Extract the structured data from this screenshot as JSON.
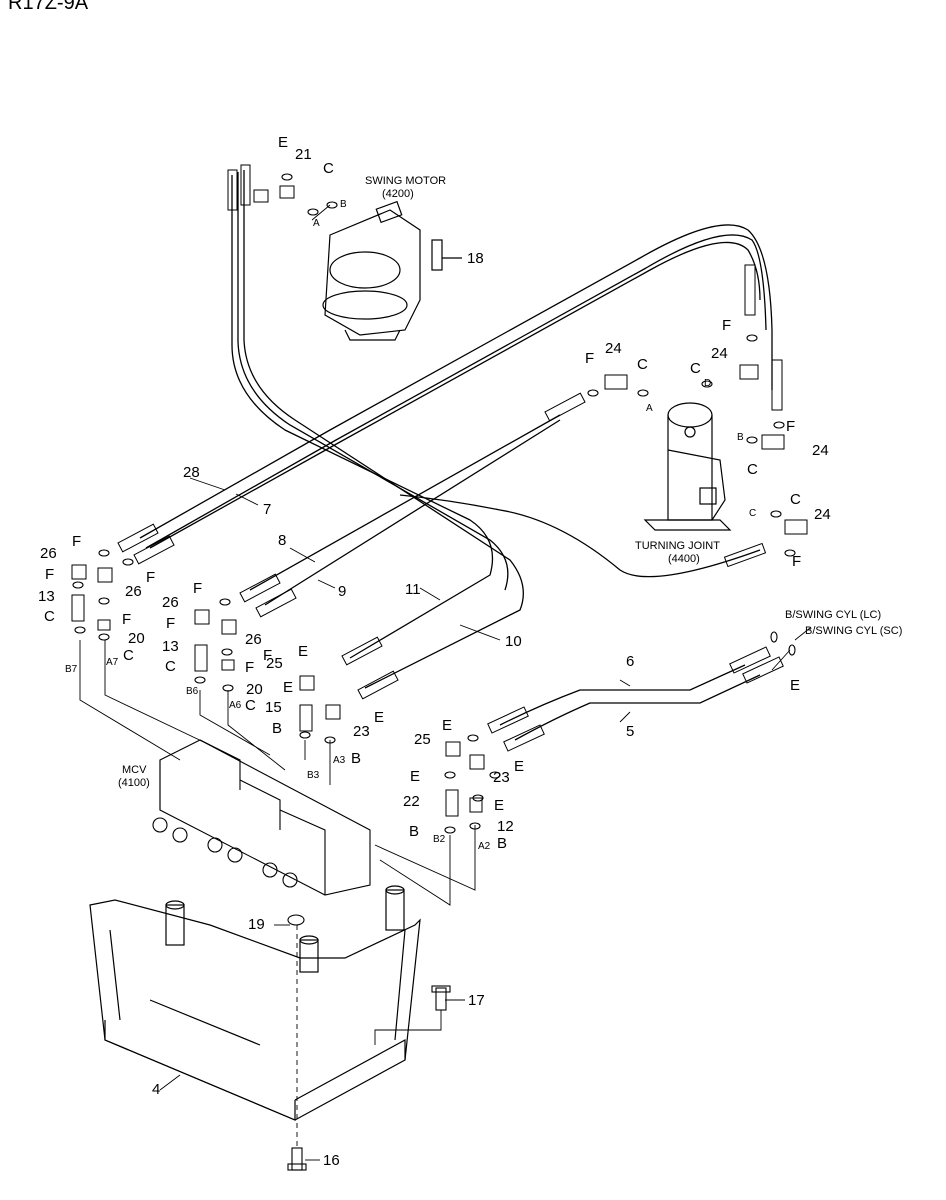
{
  "header": {
    "model": "R17Z-9A"
  },
  "components": {
    "swing_motor": {
      "name": "SWING MOTOR",
      "code": "(4200)"
    },
    "turning_joint": {
      "name": "TURNING JOINT",
      "code": "(4400)"
    },
    "mcv": {
      "name": "MCV",
      "code": "(4100)"
    },
    "bswing_lc": "B/SWING CYL (LC)",
    "bswing_sc": "B/SWING CYL (SC)"
  },
  "callouts": {
    "n4": "4",
    "n5": "5",
    "n6": "6",
    "n7": "7",
    "n8": "8",
    "n9": "9",
    "n10": "10",
    "n11": "11",
    "n12": "12",
    "n13": "13",
    "n15": "15",
    "n16": "16",
    "n17": "17",
    "n18": "18",
    "n19": "19",
    "n20": "20",
    "n21": "21",
    "n22": "22",
    "n23": "23",
    "n24": "24",
    "n25": "25",
    "n26": "26",
    "n28": "28",
    "B": "B",
    "C": "C",
    "D": "D",
    "E": "E",
    "F": "F"
  },
  "ports": {
    "A": "A",
    "B": "B",
    "C": "C",
    "D": "D",
    "A2": "A2",
    "A3": "A3",
    "A6": "A6",
    "A7": "A7",
    "B2": "B2",
    "B3": "B3",
    "B6": "B6",
    "B7": "B7"
  }
}
